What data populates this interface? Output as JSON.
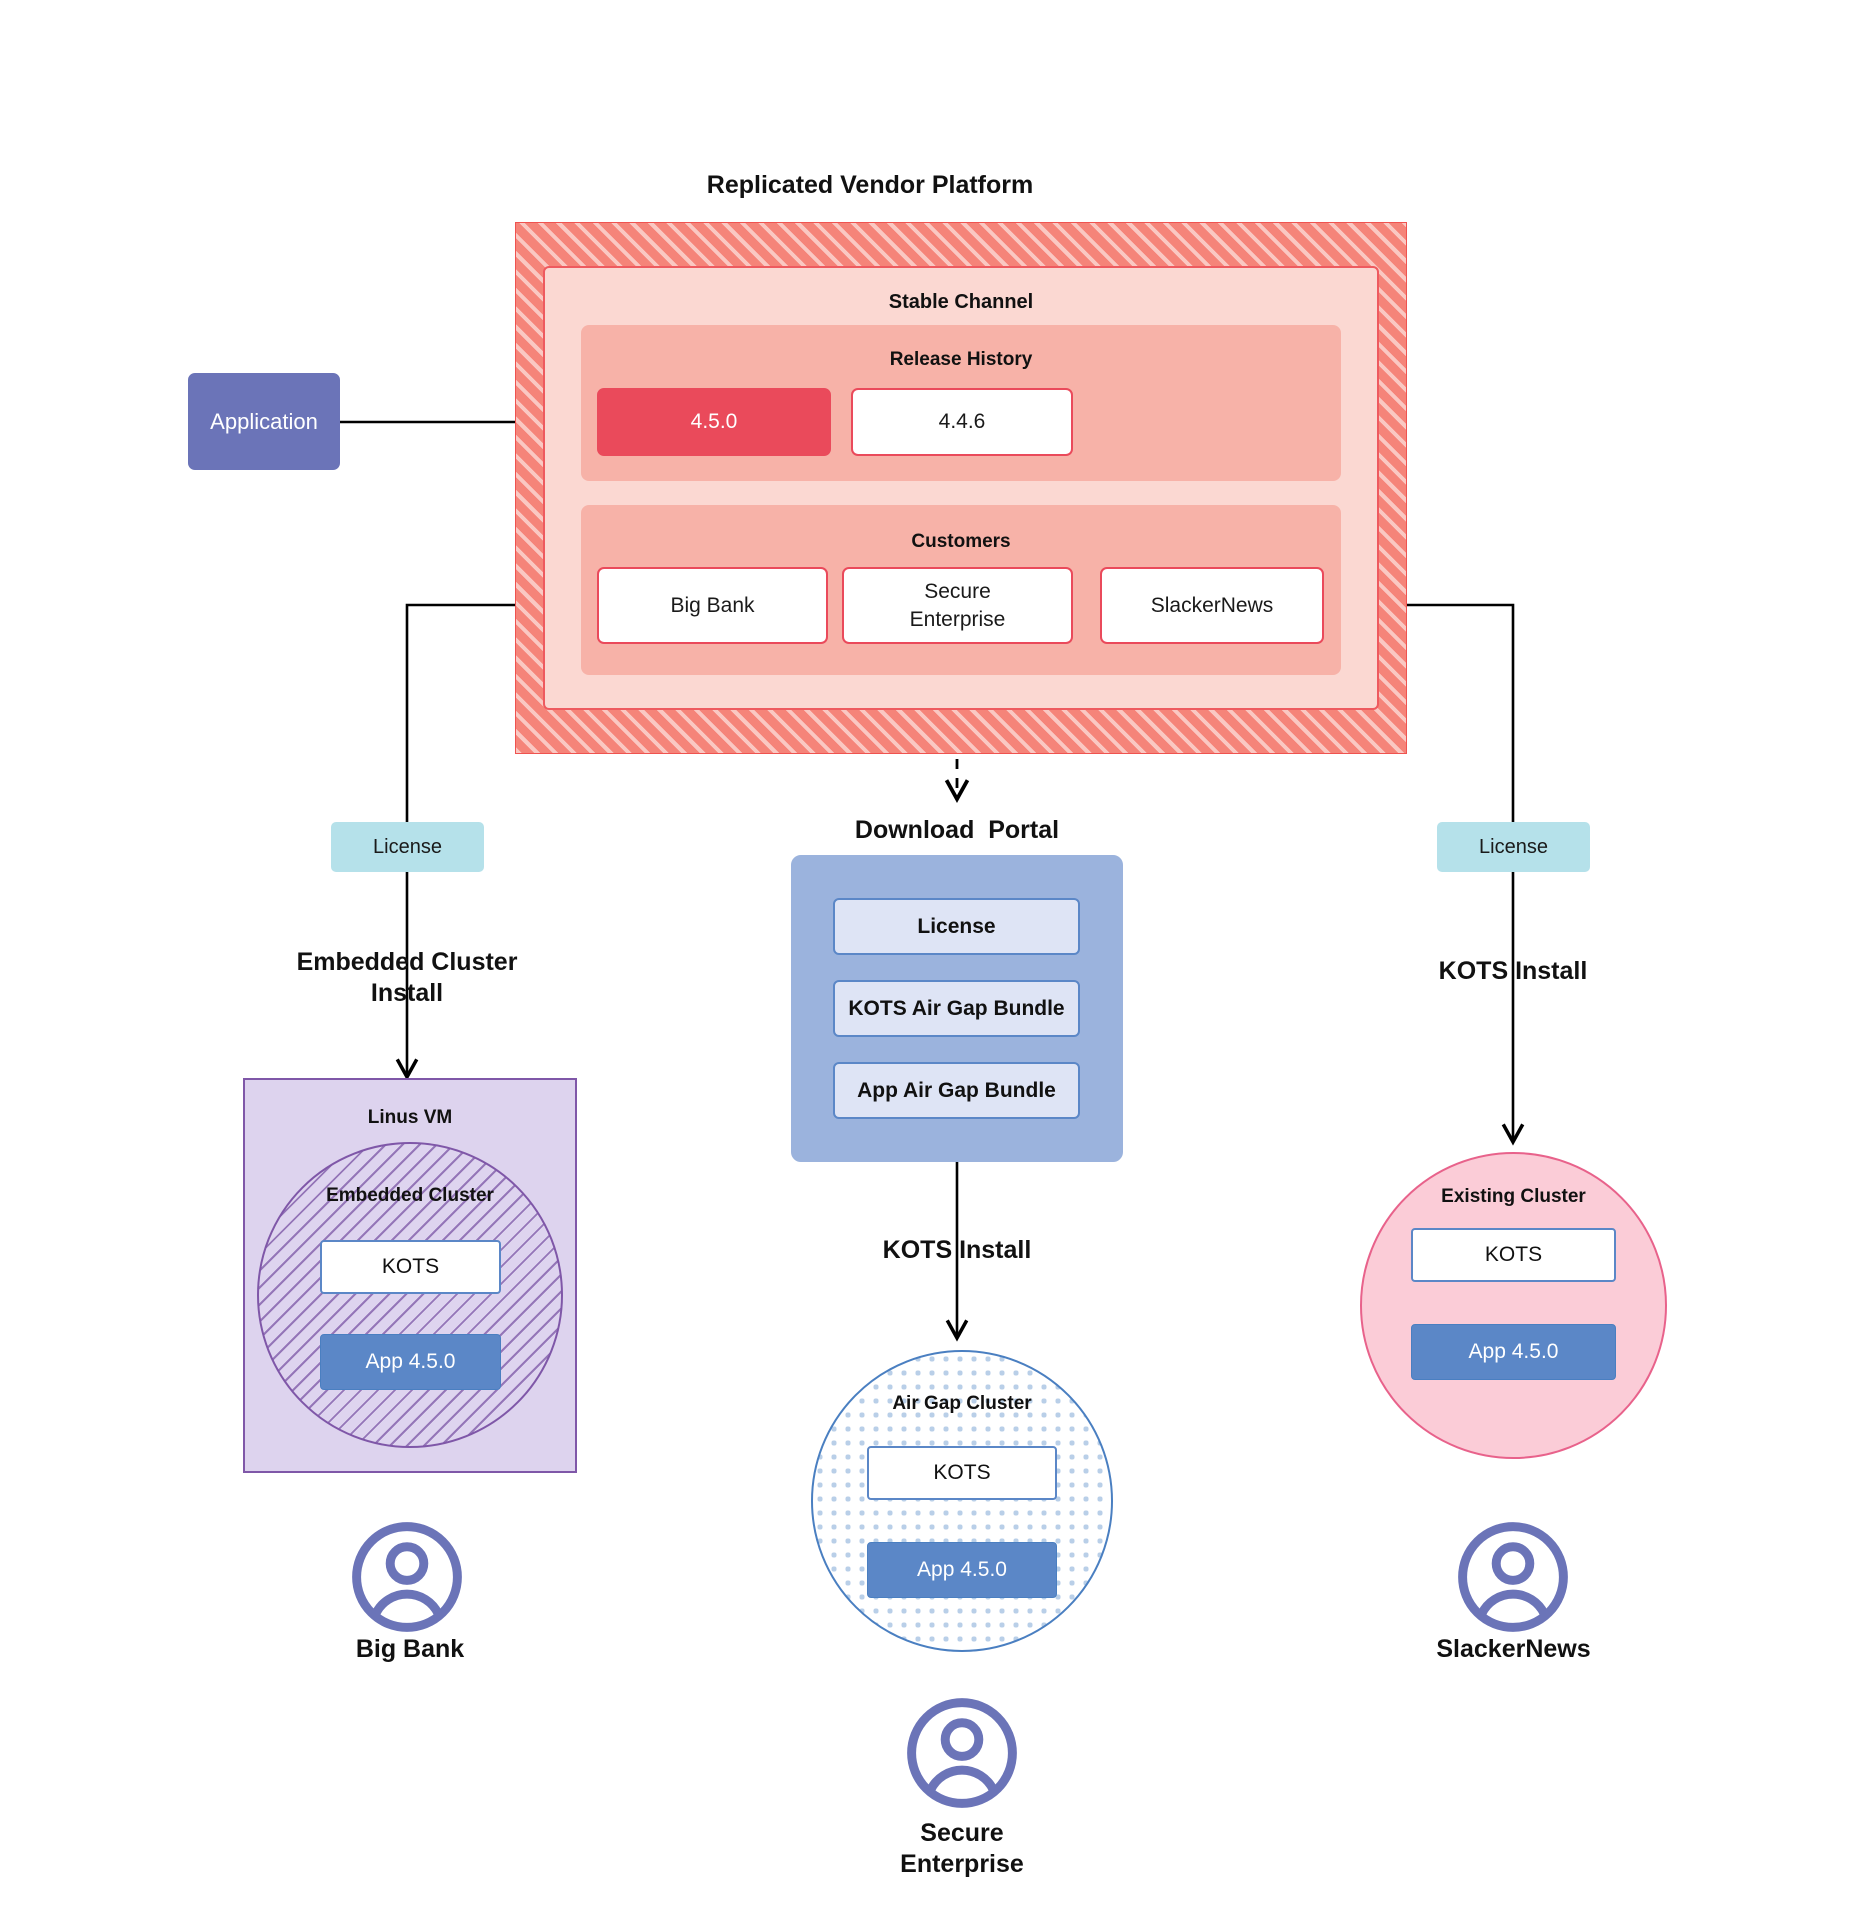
{
  "diagram": {
    "title": "Replicated Vendor Platform",
    "platform": {
      "channel_label": "Stable Channel",
      "release_history": {
        "label": "Release History",
        "releases": [
          {
            "version": "4.5.0",
            "state": "current"
          },
          {
            "version": "4.4.6",
            "state": "previous"
          }
        ]
      },
      "customers": {
        "label": "Customers",
        "items": [
          {
            "name": "Big Bank"
          },
          {
            "name": "Secure\nEnterprise"
          },
          {
            "name": "SlackerNews"
          }
        ]
      }
    },
    "application_box": {
      "label": "Application"
    },
    "left_branch": {
      "license_label": "License",
      "install_label": "Embedded Cluster\nInstall",
      "vm_label": "Linus VM",
      "cluster_label": "Embedded Cluster",
      "kots_label": "KOTS",
      "app_label": "App 4.5.0",
      "customer_caption": "Big Bank"
    },
    "center_branch": {
      "portal_title": "Download  Portal",
      "portal_items": [
        "License",
        "KOTS Air Gap Bundle",
        "App Air Gap Bundle"
      ],
      "install_label": "KOTS Install",
      "cluster_label": "Air Gap Cluster",
      "kots_label": "KOTS",
      "app_label": "App 4.5.0",
      "customer_caption": "Secure\nEnterprise"
    },
    "right_branch": {
      "license_label": "License",
      "install_label": "KOTS Install",
      "cluster_label": "Existing Cluster",
      "kots_label": "KOTS",
      "app_label": "App 4.5.0",
      "customer_caption": "SlackerNews"
    },
    "colors": {
      "platform_hatch": "#f58479",
      "channel_bg": "#fbd8d2",
      "subpanel_bg": "#f7b2a8",
      "release_current": "#ea4a5b",
      "application": "#6b74b8",
      "license": "#b5e1ea",
      "portal": "#9bb3dd",
      "portal_item": "#dee4f5",
      "vm": "#ddd3ee",
      "vm_border": "#7f57a8",
      "app_version": "#5b87c7",
      "existing_cluster": "#fbccd7",
      "existing_cluster_border": "#e8628b",
      "avatar": "#6b74b8"
    }
  }
}
